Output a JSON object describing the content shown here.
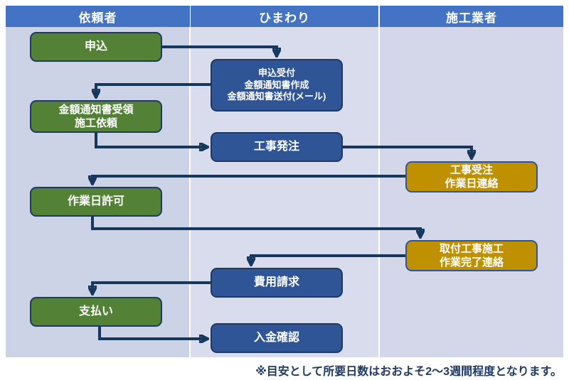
{
  "header": {
    "columns": [
      {
        "label": "依頼者"
      },
      {
        "label": "ひまわり"
      },
      {
        "label": "施工業者"
      }
    ]
  },
  "nodes": [
    {
      "id": "application",
      "column": "client",
      "lines": [
        "申込"
      ]
    },
    {
      "id": "reception",
      "column": "himawari",
      "lines": [
        "申込受付",
        "金額通知書作成",
        "金額通知書送付(メール)"
      ]
    },
    {
      "id": "notice-receipt",
      "column": "client",
      "lines": [
        "金額通知書受領",
        "施工依頼"
      ]
    },
    {
      "id": "order",
      "column": "himawari",
      "lines": [
        "工事発注"
      ]
    },
    {
      "id": "order-accept",
      "column": "contractor",
      "lines": [
        "工事受注",
        "作業日連絡"
      ]
    },
    {
      "id": "workday-approval",
      "column": "client",
      "lines": [
        "作業日許可"
      ]
    },
    {
      "id": "install",
      "column": "contractor",
      "lines": [
        "取付工事施工",
        "作業完了連絡"
      ]
    },
    {
      "id": "billing",
      "column": "himawari",
      "lines": [
        "費用請求"
      ]
    },
    {
      "id": "payment",
      "column": "client",
      "lines": [
        "支払い"
      ]
    },
    {
      "id": "payment-confirm",
      "column": "himawari",
      "lines": [
        "入金確認"
      ]
    }
  ],
  "flow": [
    "application -> reception",
    "reception -> notice-receipt",
    "notice-receipt -> order",
    "order -> order-accept",
    "order-accept -> workday-approval",
    "workday-approval -> install",
    "install -> billing",
    "billing -> payment",
    "payment -> payment-confirm"
  ],
  "footnote": "※目安として所要日数はおおよそ2～3週間程度となります。",
  "colors": {
    "header_bg": "#4472c4",
    "client_node": "#538135",
    "himawari_node": "#2f5597",
    "contractor_node": "#bf9000",
    "node_border_navy": "#1f3864",
    "gold_node_border": "#2f5597",
    "arrow": "#17375d",
    "lane_client_bg": "#cdd3e6",
    "lane_himawari_bg": "#d8dcec",
    "lane_contractor_bg": "#d3d7e9",
    "footnote_text": "#1f3864"
  }
}
